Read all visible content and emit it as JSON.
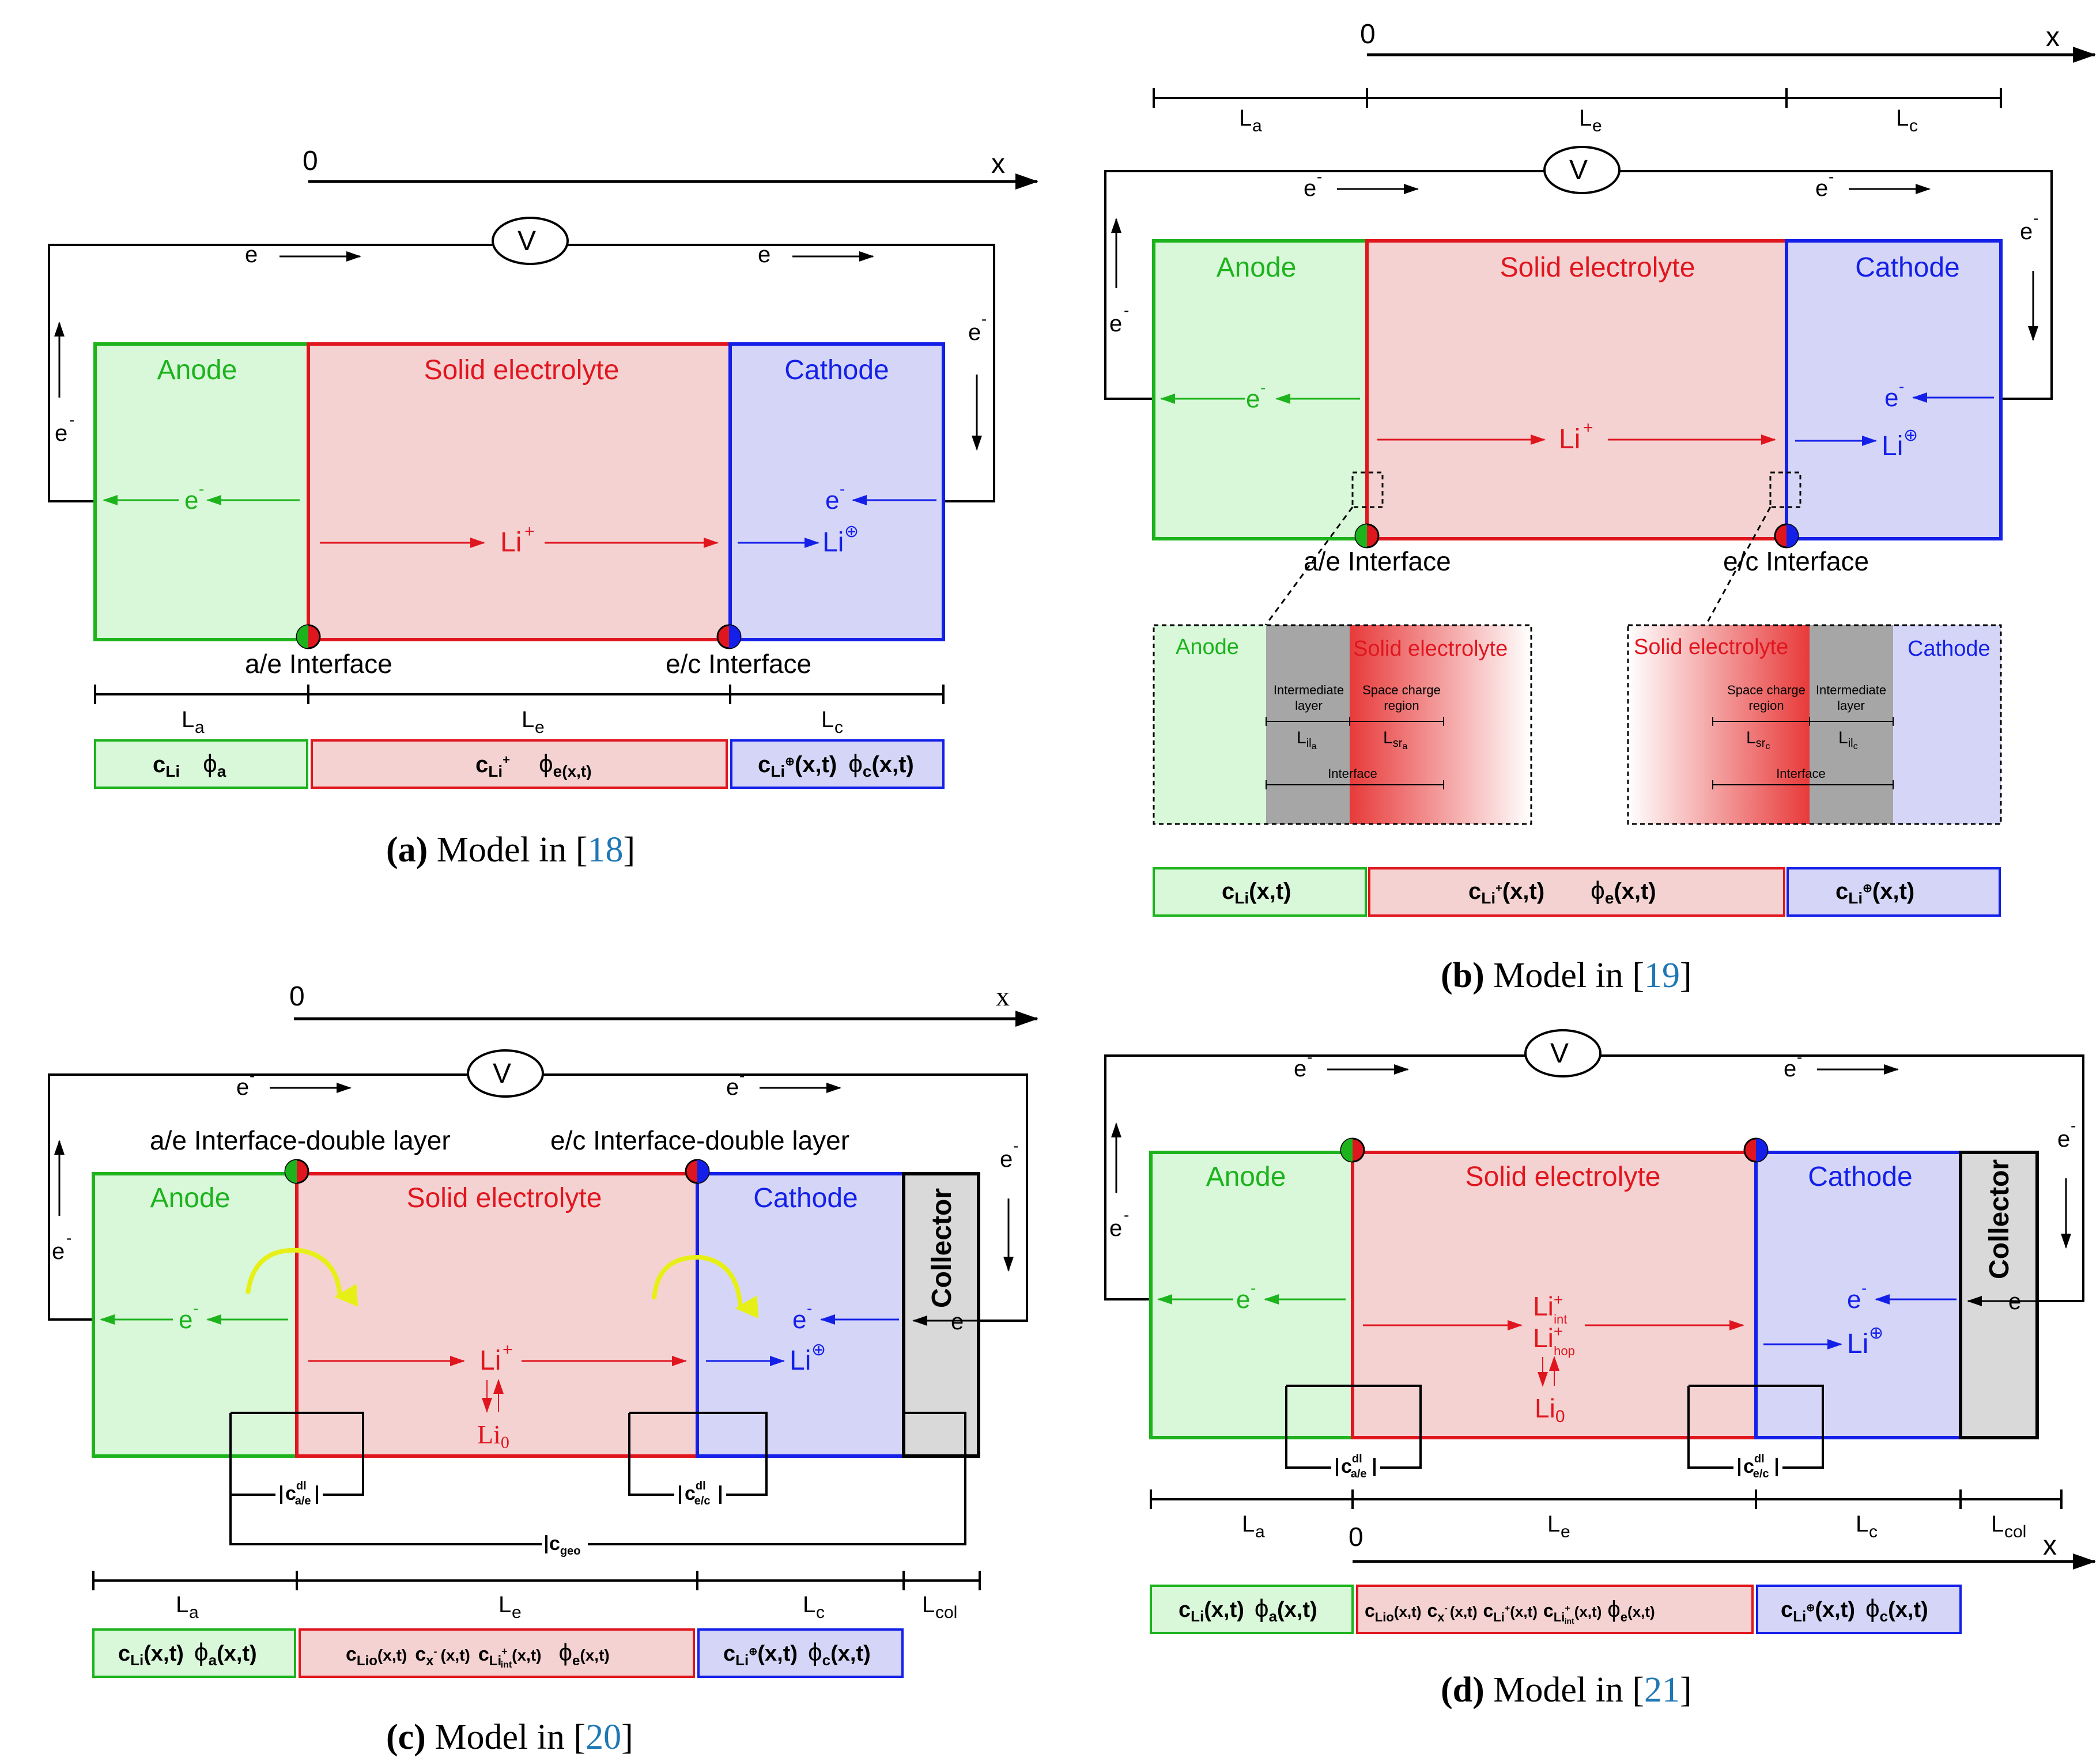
{
  "common": {
    "x_axis_origin": "0",
    "x_axis_label": "x",
    "voltmeter": "V",
    "electron": "e",
    "anode": "Anode",
    "electrolyte": "Solid electrolyte",
    "cathode": "Cathode",
    "collector": "Collector",
    "li_plus": "Li",
    "li_plus_sup": "+",
    "li_circle_sup": "⊕",
    "li_zero": "Li",
    "li_zero_sub": "0",
    "len_a": "a",
    "len_e": "e",
    "len_c": "c",
    "len_col": "col",
    "len_prefix": "L",
    "c_prefix": "c",
    "phi": "ϕ"
  },
  "panel_a": {
    "caption_label": "(a)",
    "caption_text": " Model in [",
    "caption_ref": "18",
    "caption_end": "]",
    "ae_interface": "a/e Interface",
    "ec_interface": "e/c Interface",
    "var_anode": "Li    ϕ",
    "var_electrolyte_c": "c",
    "var_electrolyte_phi": "ϕ",
    "var_xt": "(x,t)",
    "var_cathode_xt": "(x,t)"
  },
  "panel_b": {
    "caption_label": "(b)",
    "caption_text": " Model in [",
    "caption_ref": "19",
    "caption_end": "]",
    "ae_interface": "a/e Interface",
    "ec_interface": "e/c Interface",
    "inset_intermediate": [
      "Intermediate",
      "layer"
    ],
    "inset_space_charge": [
      "Space charge",
      "region"
    ],
    "inset_interface": "Interface",
    "len_il_a": "il",
    "len_sr_a": "sr",
    "xt": "(x,t)"
  },
  "panel_c": {
    "caption_label": "(c)",
    "caption_text": " Model in [",
    "caption_ref": "20",
    "caption_end": "]",
    "ae_interface": "a/e Interface-double layer",
    "ec_interface": "e/c Interface-double layer",
    "cap_ae": "a/e",
    "cap_ec": "e/c",
    "cap_geo": "geo",
    "cap_dl": "dl",
    "xt": "(x,t)"
  },
  "panel_d": {
    "caption_label": "(d)",
    "caption_text": " Model in [",
    "caption_ref": "21",
    "caption_end": "]",
    "li_int": "int",
    "li_hop": "hop",
    "cap_ae": "a/e",
    "cap_ec": "e/c",
    "cap_dl": "dl",
    "xt": "(x,t)"
  },
  "colors": {
    "anode_stroke": "#1db31d",
    "anode_fill": "#d9f7d9",
    "electrolyte_stroke": "#e0161f",
    "electrolyte_fill": "#f5d2d2",
    "cathode_stroke": "#1420e8",
    "cathode_fill": "#d5d6f7",
    "collector_fill": "#d9d9d9",
    "caption_ref": "#1f77b4",
    "arrow_yellow": "#e6f016"
  }
}
